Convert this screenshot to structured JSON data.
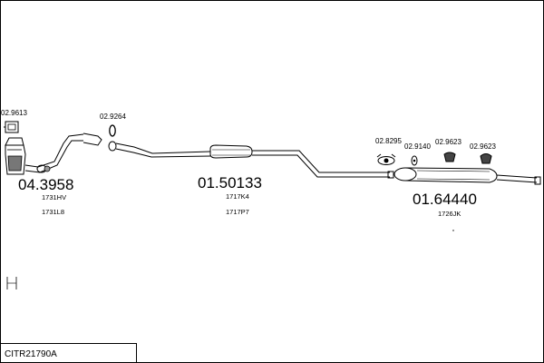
{
  "diagram": {
    "code": "CITR21790A",
    "parts": [
      {
        "ref": "02.9613",
        "kind": "gasket"
      },
      {
        "ref": "04.3958",
        "kind": "catalytic-converter",
        "subcodes": [
          "1731HV",
          "1731L8"
        ]
      },
      {
        "ref": "02.9264",
        "kind": "ring-gasket"
      },
      {
        "ref": "01.50133",
        "kind": "middle-silencer",
        "subcodes": [
          "1717K4",
          "1717P7"
        ]
      },
      {
        "ref": "02.8295",
        "kind": "clamp"
      },
      {
        "ref": "02.9140",
        "kind": "rubber-strip"
      },
      {
        "ref": "02.9623",
        "kind": "rubber-mount"
      },
      {
        "ref": "02.9623",
        "kind": "rubber-mount"
      },
      {
        "ref": "01.64440",
        "kind": "rear-silencer",
        "subcodes": [
          "1726JK"
        ]
      }
    ]
  }
}
